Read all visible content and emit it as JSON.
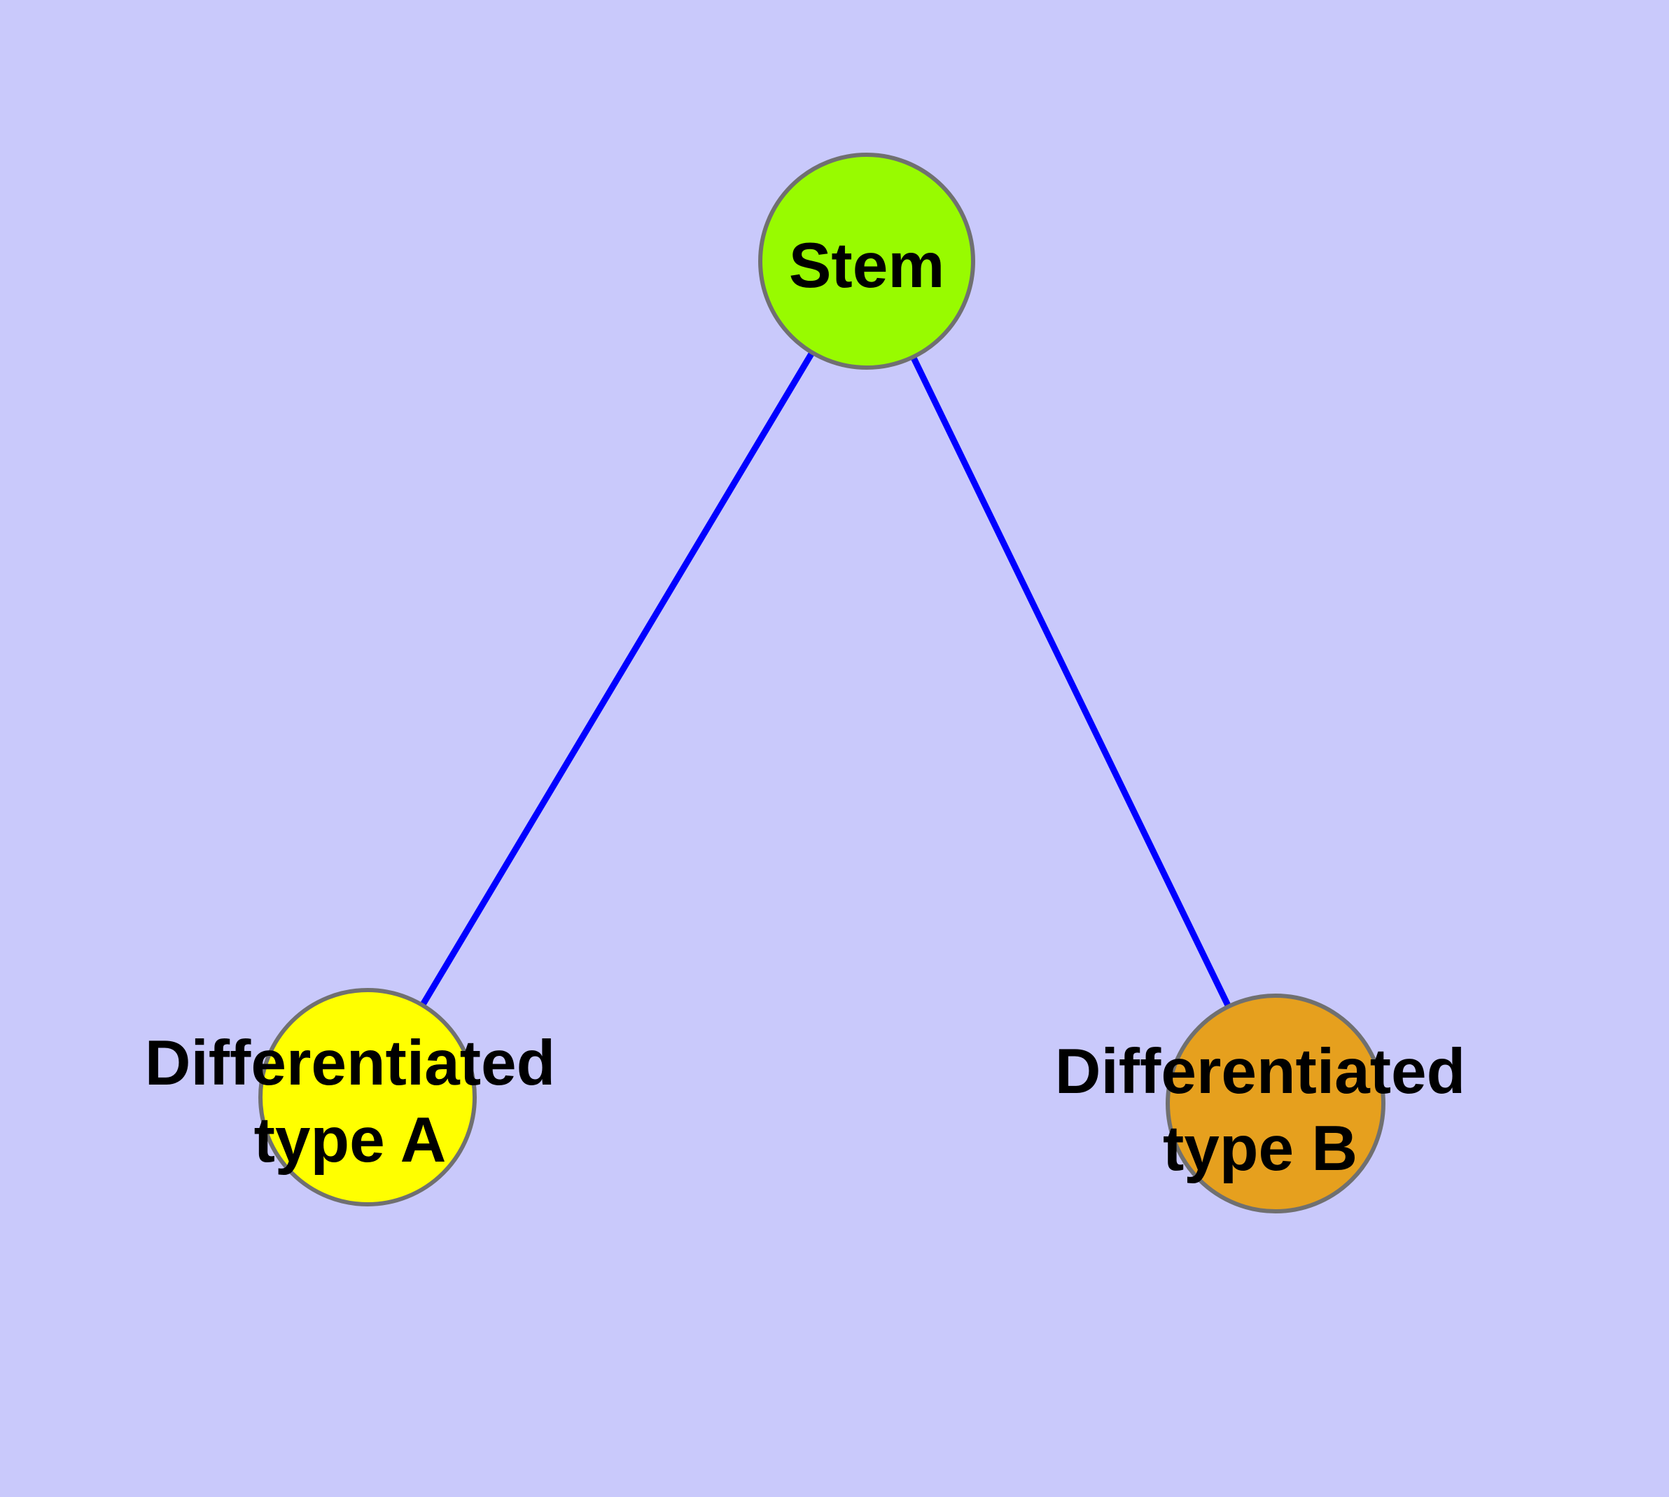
{
  "diagram": {
    "type": "graph",
    "description": "Stem cell differentiation tree with one root node and two differentiated child nodes",
    "colors": {
      "background": "#C9C9FB",
      "edge": "#0000FF",
      "node_border": "#707070",
      "label_text": "#000000"
    },
    "nodes": [
      {
        "id": "stem",
        "label": "Stem",
        "label_lines": [
          "Stem"
        ],
        "fill": "#98FB00"
      },
      {
        "id": "differentiated-type-a",
        "label": "Differentiated type A",
        "label_lines": [
          "Differentiated",
          "type A"
        ],
        "fill": "#FFFF00"
      },
      {
        "id": "differentiated-type-b",
        "label": "Differentiated type B",
        "label_lines": [
          "Differentiated",
          "type B"
        ],
        "fill": "#E6A01E"
      }
    ],
    "edges": [
      {
        "from": "Stem",
        "to": "Differentiated type A"
      },
      {
        "from": "Stem",
        "to": "Differentiated type B"
      }
    ]
  }
}
